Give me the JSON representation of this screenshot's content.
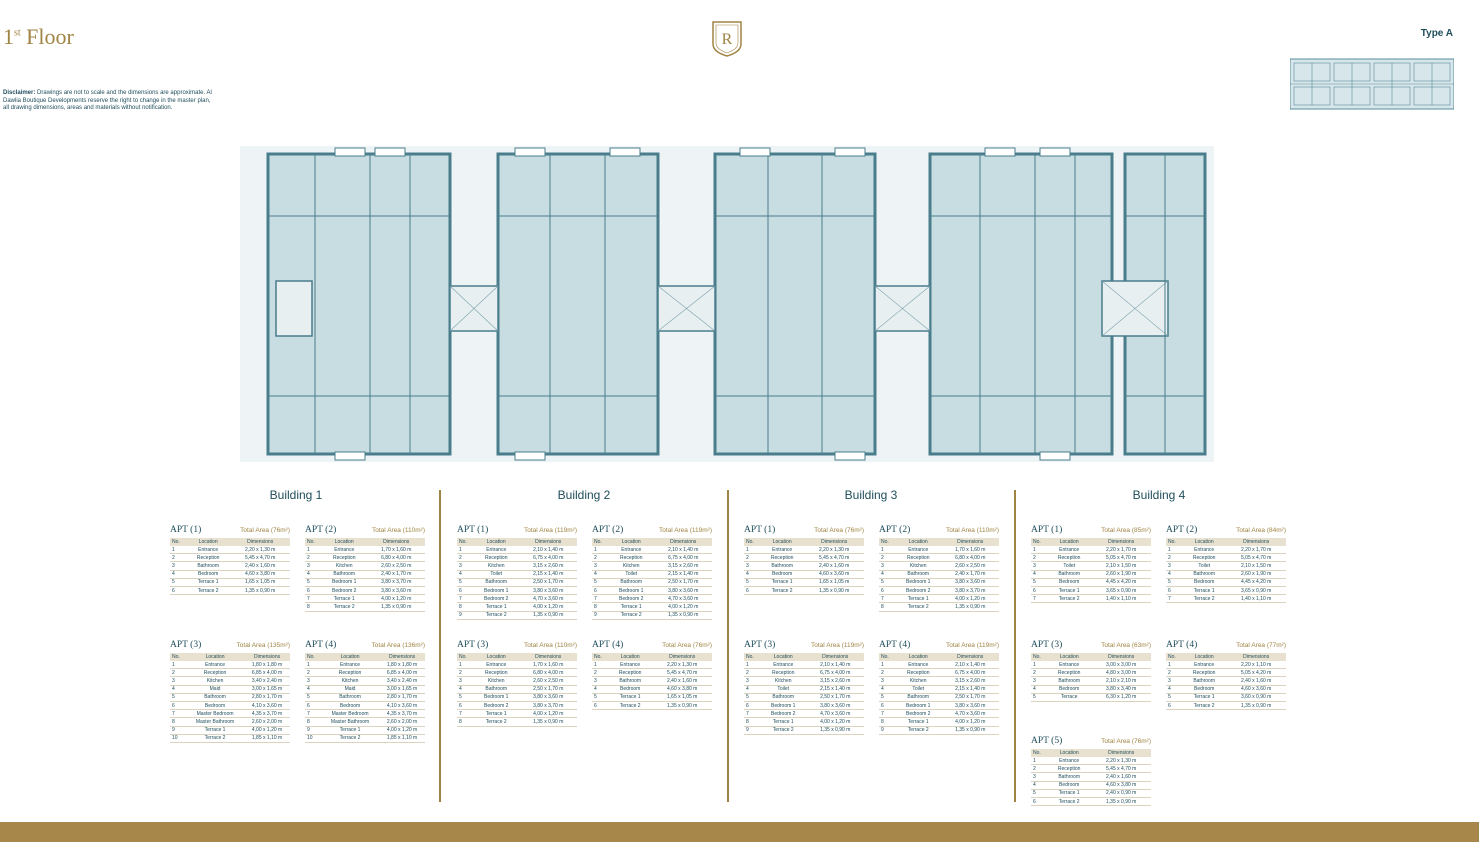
{
  "header": {
    "floor_main": "1",
    "floor_sup": "st",
    "floor_text": " Floor",
    "logo_letter": "R",
    "type_label": "Type A",
    "disclaimer_label": "Disclaimer:",
    "disclaimer_text": " Drawings are not to scale and the dimensions are approximate. Al Dawlia Boutique Developments reserve the right to change in the master plan, all drawing dimensions, areas and materials without notification."
  },
  "colors": {
    "gold": "#a08443",
    "teal": "#1f4d5c",
    "plan_fill": "#c8dde2",
    "plan_wall": "#4a7d8c"
  },
  "table_headers": {
    "no": "No.",
    "location": "Location",
    "dimensions": "Dimensions"
  },
  "buildings": [
    {
      "title": "Building 1",
      "apts": [
        {
          "name": "APT (1)",
          "area": "Total Area (76m²)",
          "rows": [
            [
              "1",
              "Entrance",
              "2,20 x 1,30 m"
            ],
            [
              "2",
              "Reception",
              "5,45 x 4,70 m"
            ],
            [
              "3",
              "Bathroom",
              "2,40 x 1,60 m"
            ],
            [
              "4",
              "Bedroom",
              "4,60 x 3,80 m"
            ],
            [
              "5",
              "Terrace 1",
              "1,65 x 1,05 m"
            ],
            [
              "6",
              "Terrace 2",
              "1,35 x 0,90 m"
            ]
          ]
        },
        {
          "name": "APT (2)",
          "area": "Total Area (110m²)",
          "rows": [
            [
              "1",
              "Entrance",
              "1,70 x 1,60 m"
            ],
            [
              "2",
              "Reception",
              "6,80 x 4,00 m"
            ],
            [
              "3",
              "Kitchen",
              "2,60 x 2,50 m"
            ],
            [
              "4",
              "Bathroom",
              "2,40 x 1,70 m"
            ],
            [
              "5",
              "Bedroom 1",
              "3,80 x 3,70 m"
            ],
            [
              "6",
              "Bedroom 2",
              "3,80 x 3,60 m"
            ],
            [
              "7",
              "Terrace 1",
              "4,00 x 1,20 m"
            ],
            [
              "8",
              "Terrace 2",
              "1,35 x 0,90 m"
            ]
          ]
        },
        {
          "name": "APT (3)",
          "area": "Total Area (135m²)",
          "rows": [
            [
              "1",
              "Entrance",
              "1,80 x 1,80 m"
            ],
            [
              "2",
              "Reception",
              "6,85 x 4,00 m"
            ],
            [
              "3",
              "Kitchen",
              "3,40 x 2,40 m"
            ],
            [
              "4",
              "Maid",
              "3,00 x 1,65 m"
            ],
            [
              "5",
              "Bathroom",
              "2,80 x 1,70 m"
            ],
            [
              "6",
              "Bedroom",
              "4,10 x 3,60 m"
            ],
            [
              "7",
              "Master Bedroom",
              "4,35 x 3,70 m"
            ],
            [
              "8",
              "Master Bathroom",
              "2,60 x 2,00 m"
            ],
            [
              "9",
              "Terrace 1",
              "4,00 x 1,20 m"
            ],
            [
              "10",
              "Terrace 2",
              "1,85 x 1,10 m"
            ]
          ]
        },
        {
          "name": "APT (4)",
          "area": "Total Area (136m²)",
          "rows": [
            [
              "1",
              "Entrance",
              "1,80 x 1,80 m"
            ],
            [
              "2",
              "Reception",
              "6,85 x 4,00 m"
            ],
            [
              "3",
              "Kitchen",
              "3,40 x 2,40 m"
            ],
            [
              "4",
              "Maid",
              "3,00 x 1,65 m"
            ],
            [
              "5",
              "Bathroom",
              "2,80 x 1,70 m"
            ],
            [
              "6",
              "Bedroom",
              "4,10 x 3,60 m"
            ],
            [
              "7",
              "Master Bedroom",
              "4,35 x 3,70 m"
            ],
            [
              "8",
              "Master Bathroom",
              "2,60 x 2,00 m"
            ],
            [
              "9",
              "Terrace 1",
              "4,00 x 1,20 m"
            ],
            [
              "10",
              "Terrace 2",
              "1,85 x 1,10 m"
            ]
          ]
        }
      ]
    },
    {
      "title": "Building 2",
      "apts": [
        {
          "name": "APT (1)",
          "area": "Total Area (119m²)",
          "rows": [
            [
              "1",
              "Entrance",
              "2,10 x 1,40 m"
            ],
            [
              "2",
              "Reception",
              "6,75 x 4,00 m"
            ],
            [
              "3",
              "Kitchen",
              "3,15 x 2,60 m"
            ],
            [
              "4",
              "Toilet",
              "2,15 x 1,40 m"
            ],
            [
              "5",
              "Bathroom",
              "2,50 x 1,70 m"
            ],
            [
              "6",
              "Bedroom 1",
              "3,80 x 3,60 m"
            ],
            [
              "7",
              "Bedroom 2",
              "4,70 x 3,60 m"
            ],
            [
              "8",
              "Terrace 1",
              "4,00 x 1,20 m"
            ],
            [
              "9",
              "Terrace 2",
              "1,35 x 0,90 m"
            ]
          ]
        },
        {
          "name": "APT (2)",
          "area": "Total Area (119m²)",
          "rows": [
            [
              "1",
              "Entrance",
              "2,10 x 1,40 m"
            ],
            [
              "2",
              "Reception",
              "6,75 x 4,00 m"
            ],
            [
              "3",
              "Kitchen",
              "3,15 x 2,60 m"
            ],
            [
              "4",
              "Toilet",
              "2,15 x 1,40 m"
            ],
            [
              "5",
              "Bathroom",
              "2,50 x 1,70 m"
            ],
            [
              "6",
              "Bedroom 1",
              "3,80 x 3,60 m"
            ],
            [
              "7",
              "Bedroom 2",
              "4,70 x 3,60 m"
            ],
            [
              "8",
              "Terrace 1",
              "4,00 x 1,20 m"
            ],
            [
              "9",
              "Terrace 2",
              "1,35 x 0,90 m"
            ]
          ]
        },
        {
          "name": "APT (3)",
          "area": "Total Area (110m²)",
          "rows": [
            [
              "1",
              "Entrance",
              "1,70 x 1,60 m"
            ],
            [
              "2",
              "Reception",
              "6,80 x 4,00 m"
            ],
            [
              "3",
              "Kitchen",
              "2,60 x 2,50 m"
            ],
            [
              "4",
              "Bathroom",
              "2,50 x 1,70 m"
            ],
            [
              "5",
              "Bedroom 1",
              "3,80 x 3,60 m"
            ],
            [
              "6",
              "Bedroom 2",
              "3,80 x 3,70 m"
            ],
            [
              "7",
              "Terrace 1",
              "4,00 x 1,20 m"
            ],
            [
              "8",
              "Terrace 2",
              "1,35 x 0,90 m"
            ]
          ]
        },
        {
          "name": "APT (4)",
          "area": "Total Area (76m²)",
          "rows": [
            [
              "1",
              "Entrance",
              "2,20 x 1,30 m"
            ],
            [
              "2",
              "Reception",
              "5,45 x 4,70 m"
            ],
            [
              "3",
              "Bathroom",
              "2,40 x 1,60 m"
            ],
            [
              "4",
              "Bedroom",
              "4,60 x 3,80 m"
            ],
            [
              "5",
              "Terrace 1",
              "1,65 x 1,05 m"
            ],
            [
              "6",
              "Terrace 2",
              "1,35 x 0,90 m"
            ]
          ]
        }
      ]
    },
    {
      "title": "Building 3",
      "apts": [
        {
          "name": "APT (1)",
          "area": "Total Area (76m²)",
          "rows": [
            [
              "1",
              "Entrance",
              "2,20 x 1,30 m"
            ],
            [
              "2",
              "Reception",
              "5,45 x 4,70 m"
            ],
            [
              "3",
              "Bathroom",
              "2,40 x 1,60 m"
            ],
            [
              "4",
              "Bedroom",
              "4,60 x 3,60 m"
            ],
            [
              "5",
              "Terrace 1",
              "1,65 x 1,05 m"
            ],
            [
              "6",
              "Terrace 2",
              "1,35 x 0,90 m"
            ]
          ]
        },
        {
          "name": "APT (2)",
          "area": "Total Area (110m²)",
          "rows": [
            [
              "1",
              "Entrance",
              "1,70 x 1,60 m"
            ],
            [
              "2",
              "Reception",
              "6,80 x 4,00 m"
            ],
            [
              "3",
              "Kitchen",
              "2,60 x 2,50 m"
            ],
            [
              "4",
              "Bathroom",
              "2,40 x 1,70 m"
            ],
            [
              "5",
              "Bedroom 1",
              "3,80 x 3,60 m"
            ],
            [
              "6",
              "Bedroom 2",
              "3,80 x 3,70 m"
            ],
            [
              "7",
              "Terrace 1",
              "4,00 x 1,20 m"
            ],
            [
              "8",
              "Terrace 2",
              "1,35 x 0,90 m"
            ]
          ]
        },
        {
          "name": "APT (3)",
          "area": "Total Area (119m²)",
          "rows": [
            [
              "1",
              "Entrance",
              "2,10 x 1,40 m"
            ],
            [
              "2",
              "Reception",
              "6,75 x 4,00 m"
            ],
            [
              "3",
              "Kitchen",
              "3,15 x 2,60 m"
            ],
            [
              "4",
              "Toilet",
              "2,15 x 1,40 m"
            ],
            [
              "5",
              "Bathroom",
              "2,50 x 1,70 m"
            ],
            [
              "6",
              "Bedroom 1",
              "3,80 x 3,60 m"
            ],
            [
              "7",
              "Bedroom 2",
              "4,70 x 3,60 m"
            ],
            [
              "8",
              "Terrace 1",
              "4,00 x 1,20 m"
            ],
            [
              "9",
              "Terrace 2",
              "1,35 x 0,90 m"
            ]
          ]
        },
        {
          "name": "APT (4)",
          "area": "Total Area (119m²)",
          "rows": [
            [
              "1",
              "Entrance",
              "2,10 x 1,40 m"
            ],
            [
              "2",
              "Reception",
              "6,75 x 4,00 m"
            ],
            [
              "3",
              "Kitchen",
              "3,15 x 2,60 m"
            ],
            [
              "4",
              "Toilet",
              "2,15 x 1,40 m"
            ],
            [
              "5",
              "Bathroom",
              "2,50 x 1,70 m"
            ],
            [
              "6",
              "Bedroom 1",
              "3,80 x 3,60 m"
            ],
            [
              "7",
              "Bedroom 2",
              "4,70 x 3,60 m"
            ],
            [
              "8",
              "Terrace 1",
              "4,00 x 1,20 m"
            ],
            [
              "9",
              "Terrace 2",
              "1,35 x 0,90 m"
            ]
          ]
        }
      ]
    },
    {
      "title": "Building 4",
      "apts": [
        {
          "name": "APT (1)",
          "area": "Total Area (85m²)",
          "rows": [
            [
              "1",
              "Entrance",
              "2,20 x 1,70 m"
            ],
            [
              "2",
              "Reception",
              "5,05 x 4,70 m"
            ],
            [
              "3",
              "Toilet",
              "2,10 x 1,50 m"
            ],
            [
              "4",
              "Bathroom",
              "2,60 x 1,90 m"
            ],
            [
              "5",
              "Bedroom",
              "4,45 x 4,20 m"
            ],
            [
              "6",
              "Terrace 1",
              "3,65 x 0,90 m"
            ],
            [
              "7",
              "Terrace 2",
              "1,40 x 1,10 m"
            ]
          ]
        },
        {
          "name": "APT (2)",
          "area": "Total Area (84m²)",
          "rows": [
            [
              "1",
              "Entrance",
              "2,20 x 1,70 m"
            ],
            [
              "2",
              "Reception",
              "5,05 x 4,70 m"
            ],
            [
              "3",
              "Toilet",
              "2,10 x 1,50 m"
            ],
            [
              "4",
              "Bathroom",
              "2,60 x 1,90 m"
            ],
            [
              "5",
              "Bedroom",
              "4,45 x 4,20 m"
            ],
            [
              "6",
              "Terrace 1",
              "3,65 x 0,90 m"
            ],
            [
              "7",
              "Terrace 2",
              "1,40 x 1,10 m"
            ]
          ]
        },
        {
          "name": "APT (3)",
          "area": "Total Area (63m²)",
          "rows": [
            [
              "1",
              "Entrance",
              "3,00 x 3,00 m"
            ],
            [
              "2",
              "Reception",
              "4,80 x 3,00 m"
            ],
            [
              "3",
              "Bathroom",
              "2,10 x 2,10 m"
            ],
            [
              "4",
              "Bedroom",
              "3,80 x 3,40 m"
            ],
            [
              "5",
              "Terrace",
              "6,30 x 1,20 m"
            ]
          ]
        },
        {
          "name": "APT (4)",
          "area": "Total Area (77m²)",
          "rows": [
            [
              "1",
              "Entrance",
              "2,20 x 1,10 m"
            ],
            [
              "2",
              "Reception",
              "5,05 x 4,20 m"
            ],
            [
              "3",
              "Bathroom",
              "2,40 x 1,60 m"
            ],
            [
              "4",
              "Bedroom",
              "4,60 x 3,60 m"
            ],
            [
              "5",
              "Terrace 1",
              "3,60 x 0,90 m"
            ],
            [
              "6",
              "Terrace 2",
              "1,35 x 0,90 m"
            ]
          ]
        },
        {
          "name": "APT (5)",
          "area": "Total Area (76m²)",
          "rows": [
            [
              "1",
              "Entrance",
              "2,20 x 1,30 m"
            ],
            [
              "2",
              "Reception",
              "5,45 x 4,70 m"
            ],
            [
              "3",
              "Bathroom",
              "2,40 x 1,60 m"
            ],
            [
              "4",
              "Bedroom",
              "4,60 x 3,80 m"
            ],
            [
              "5",
              "Terrace 1",
              "2,40 x 0,90 m"
            ],
            [
              "6",
              "Terrace 2",
              "1,35 x 0,90 m"
            ]
          ]
        }
      ]
    }
  ]
}
